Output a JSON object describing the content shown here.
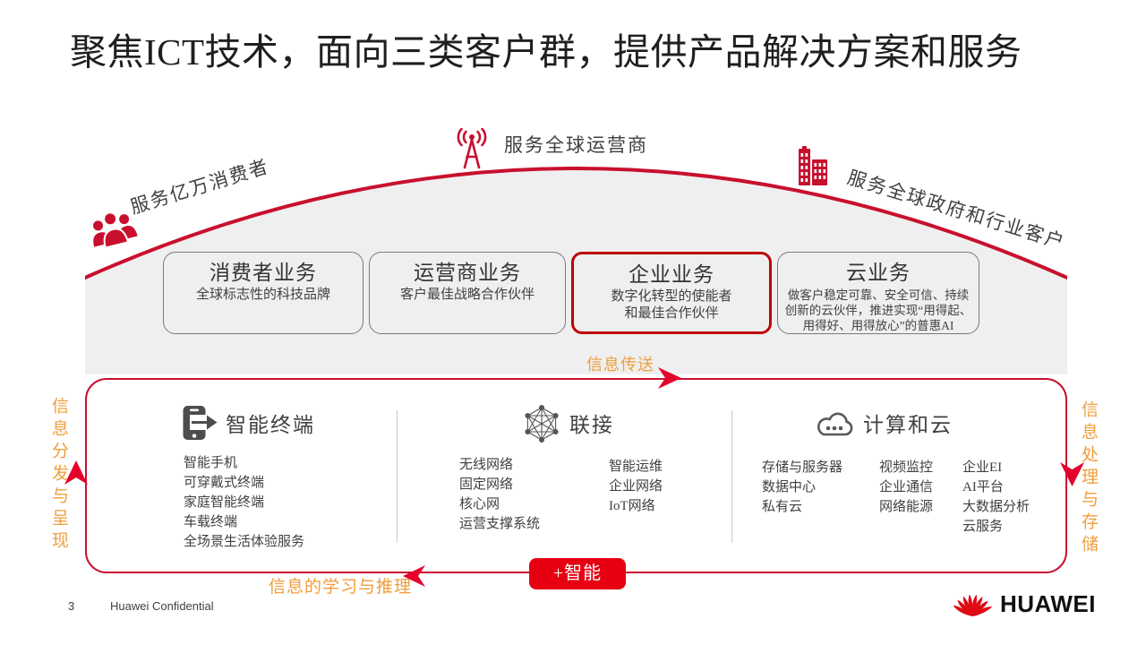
{
  "slide": {
    "title": "聚焦ICT技术，面向三类客户群，提供产品解决方案和服务",
    "page_number": "3",
    "confidential": "Huawei Confidential",
    "brand": "HUAWEI"
  },
  "customer_groups": {
    "consumers": "服务亿万消费者",
    "carriers": "服务全球运营商",
    "gov_industry": "服务全球政府和行业客户"
  },
  "business_boxes": [
    {
      "title": "消费者业务",
      "desc": "全球标志性的科技品牌",
      "highlight": false
    },
    {
      "title": "运营商业务",
      "desc": "客户最佳战略合作伙伴",
      "highlight": false
    },
    {
      "title": "企业业务",
      "desc": "数字化转型的使能者\n和最佳合作伙伴",
      "highlight": true
    },
    {
      "title": "云业务",
      "desc": "做客户稳定可靠、安全可信、持续创新的云伙伴，推进实现“用得起、用得好、用得放心”的普惠AI",
      "highlight": false
    }
  ],
  "flow": {
    "transfer": "信息传送",
    "distribute": "信息分发与呈现",
    "process": "信息处理与存储",
    "learn": "信息的学习与推理",
    "intelligence_badge": "+智能"
  },
  "sections": [
    {
      "title": "智能终端",
      "icon": "smartphone-arrow-icon",
      "columns": [
        [
          "智能手机",
          "可穿戴式终端",
          "家庭智能终端",
          "车载终端",
          "全场景生活体验服务"
        ]
      ]
    },
    {
      "title": "联接",
      "icon": "network-mesh-icon",
      "columns": [
        [
          "无线网络",
          "固定网络",
          "核心网",
          "运营支撑系统"
        ],
        [
          "智能运维",
          "企业网络",
          "IoT网络"
        ]
      ]
    },
    {
      "title": "计算和云",
      "icon": "cloud-icon",
      "columns": [
        [
          "存储与服务器",
          "数据中心",
          "私有云"
        ],
        [
          "视频监控",
          "企业通信",
          "网络能源"
        ],
        [
          "企业EI",
          "AI平台",
          "大数据分析",
          "云服务"
        ]
      ]
    }
  ],
  "icons": [
    "people-group-icon",
    "antenna-icon",
    "buildings-icon",
    "smartphone-arrow-icon",
    "network-mesh-icon",
    "cloud-icon",
    "huawei-logo-flower"
  ],
  "colors": {
    "huawei_red": "#C8102E",
    "highlight_red": "#C00000",
    "badge_red": "#E60012",
    "arrow_red": "#E4002B",
    "accent_orange": "#F09E3C",
    "panel_gray": "#EFEFEF"
  }
}
